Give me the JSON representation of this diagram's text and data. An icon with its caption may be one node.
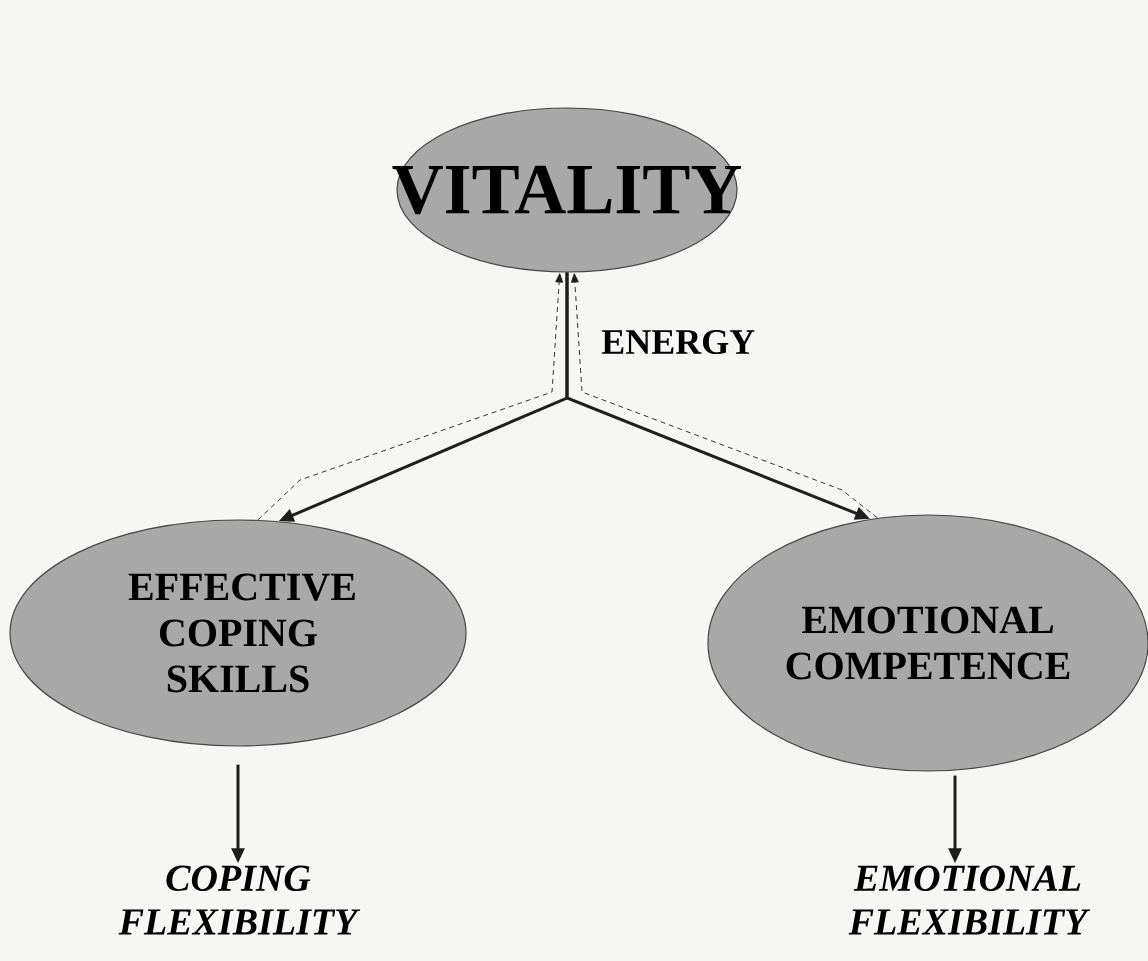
{
  "diagram": {
    "nodes": [
      {
        "text": [
          "VITALITY"
        ]
      },
      {
        "text": [
          "EFFECTIVE COPING SKILLS"
        ]
      },
      {
        "text": [
          "EMOTIONAL COMPETENCE"
        ]
      },
      {
        "text": [
          "COPING FLEXIBILITY"
        ]
      },
      {
        "text": [
          "EMOTIONAL FLEXIBILITY"
        ]
      }
    ],
    "edges": [
      {
        "from": 0,
        "to": 1,
        "arrow": "to"
      },
      {
        "from": 0,
        "to": 2,
        "arrow": "to"
      },
      {
        "from": 1,
        "to": 0,
        "arrow": "to",
        "style": "dashed"
      },
      {
        "from": 2,
        "to": 0,
        "arrow": "to",
        "style": "dashed"
      },
      {
        "from": 1,
        "to": 3,
        "arrow": "to"
      },
      {
        "from": 2,
        "to": 4,
        "arrow": "to"
      }
    ],
    "labels": [
      "ENERGY"
    ]
  }
}
